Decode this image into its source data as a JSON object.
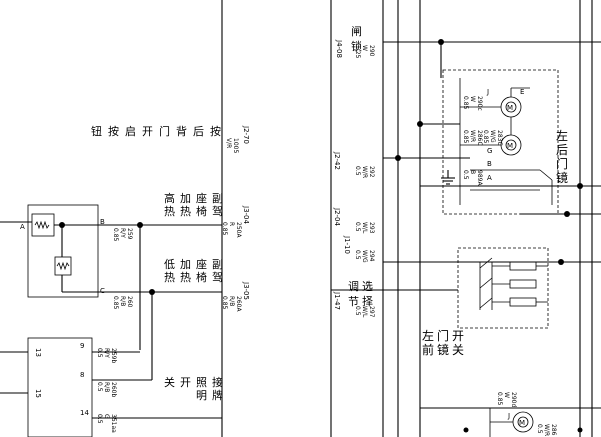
{
  "labels": {
    "fuel_filler_switch": [
      "闸",
      "锁"
    ],
    "j4_08": "J4-08",
    "w290": [
      "290",
      "W",
      "1.25"
    ],
    "rear_switch_title": [
      "按",
      "后",
      "背",
      "门",
      "开",
      "启",
      "按",
      "钮"
    ],
    "j2_70": "J2-70",
    "w1005": [
      "1005",
      "V/R",
      "0.5"
    ],
    "j2_42": "J2-42",
    "w292": [
      "292",
      "W/R",
      "0.5"
    ],
    "j2_04": "J2-04",
    "w293": [
      "293",
      "W/L",
      "0.5"
    ],
    "j1_10": "J1-10",
    "w294": [
      "294",
      "W/G",
      "0.5"
    ],
    "j1_47": "J1-47",
    "w297": [
      "297",
      "W/L",
      "0.5"
    ],
    "seat_heat_high": [
      "副",
      "驾",
      "座",
      "椅",
      "加",
      "热",
      "高",
      "热"
    ],
    "j3_04": "J3-04",
    "w250a": [
      "250A",
      "R",
      "0.85"
    ],
    "seat_heat_low": [
      "副",
      "驾",
      "座",
      "椅",
      "加",
      "热",
      "低",
      "热"
    ],
    "j3_05": "J3-05",
    "w260a": [
      "260A",
      "R/B",
      "0.85"
    ],
    "w259": [
      "259",
      "R/Y",
      "0.85"
    ],
    "w260": [
      "260",
      "R/B",
      "0.85"
    ],
    "term_c": "C",
    "term_b": "B",
    "term_a": "A",
    "pin9": "9",
    "pin8": "8",
    "pin14": "14",
    "pin13": "13",
    "pin15": "15",
    "w259b": [
      "259b",
      "R/Y",
      "0.5"
    ],
    "w260b": [
      "260b",
      "R/B",
      "0.5"
    ],
    "w351aa": [
      "351aa",
      "G",
      "0.5"
    ],
    "lamp_switch": [
      "接",
      "牌",
      "照",
      "明",
      "开",
      "关"
    ],
    "left_rear_mirror": [
      "左",
      "后",
      "门",
      "镜"
    ],
    "w290c": [
      "290c",
      "W",
      "0.85"
    ],
    "w286c": [
      "286C",
      "W/R",
      "0.85"
    ],
    "w283c": [
      "283C",
      "W/G",
      "0.85"
    ],
    "w989a": [
      "989A",
      "B",
      "0.5"
    ],
    "pin_j": "J",
    "pin_g": "G",
    "pin_b": "B",
    "pin_a": "A",
    "left_front_switch": [
      "左",
      "前",
      "门",
      "镜",
      "开",
      "关"
    ],
    "adjust_label": [
      "调",
      "节"
    ],
    "select_label": [
      "选",
      "择"
    ],
    "w290d": [
      "290d",
      "W",
      "0.85"
    ],
    "w286": [
      "286",
      "W/R",
      "0.5"
    ],
    "motor_m": "M",
    "pin_e": "E"
  }
}
